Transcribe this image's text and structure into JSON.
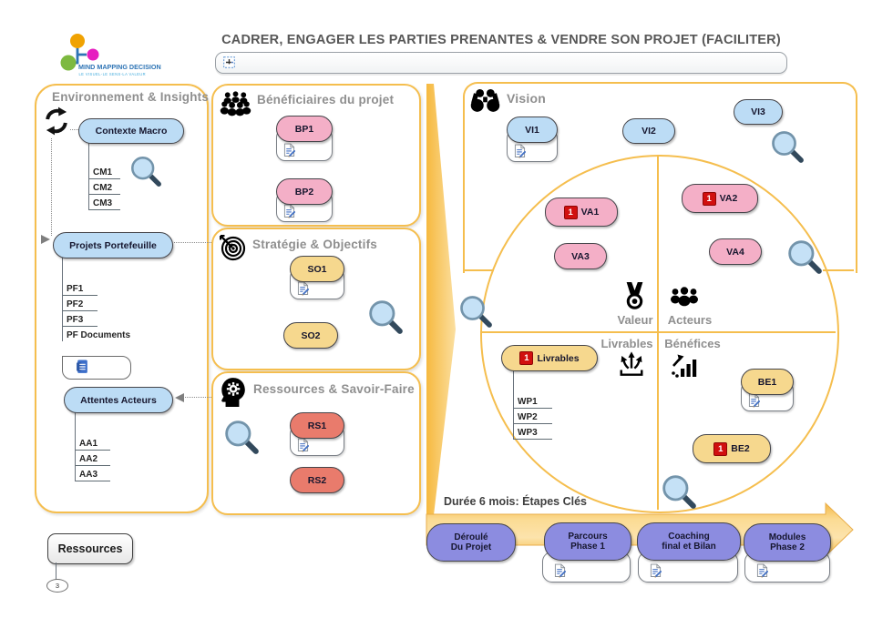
{
  "header": {
    "title": "CADRER, ENGAGER LES PARTIES PRENANTES & VENDRE SON PROJET (FACILITER)",
    "logo": {
      "brand": "MIND MAPPING DECISION",
      "tagline": "LE VISUEL-LE SENS-LA VALEUR"
    }
  },
  "left_panel": {
    "title": "Environnement & Insights",
    "contexte": {
      "label": "Contexte Macro",
      "items": [
        "CM1",
        "CM2",
        "CM3"
      ]
    },
    "portefeuille": {
      "label": "Projets Portefeuille",
      "items": [
        "PF1",
        "PF2",
        "PF3",
        "PF Documents"
      ]
    },
    "attentes": {
      "label": "Attentes Acteurs",
      "items": [
        "AA1",
        "AA2",
        "AA3"
      ]
    }
  },
  "middle": {
    "beneficiaires": {
      "title": "Bénéficiaires du projet",
      "pills": [
        "BP1",
        "BP2"
      ]
    },
    "strategie": {
      "title": "Stratégie & Objectifs",
      "pills": [
        "SO1",
        "SO2"
      ]
    },
    "savoir_faire": {
      "title": "Ressources & Savoir-Faire",
      "pills": [
        "RS1",
        "RS2"
      ]
    }
  },
  "right": {
    "vision": {
      "title": "Vision",
      "pills": [
        "VI1",
        "VI2",
        "VI3"
      ]
    },
    "valeur": {
      "label": "Valeur",
      "pills": [
        {
          "label": "VA1",
          "badge": "1"
        },
        {
          "label": "VA2",
          "badge": "1"
        },
        {
          "label": "VA3"
        },
        {
          "label": "VA4"
        }
      ]
    },
    "acteurs": {
      "label": "Acteurs"
    },
    "livrables": {
      "label": "Livrables",
      "pill": {
        "label": "Livrables",
        "badge": "1"
      },
      "items": [
        "WP1",
        "WP2",
        "WP3"
      ]
    },
    "benefices": {
      "label": "Bénéfices",
      "pills": [
        {
          "label": "BE1"
        },
        {
          "label": "BE2",
          "badge": "1"
        }
      ]
    },
    "timeline": {
      "caption": "Durée 6 mois: Étapes Clés",
      "steps": [
        {
          "line1": "Déroulé",
          "line2": "Du Projet"
        },
        {
          "line1": "Parcours",
          "line2": "Phase 1"
        },
        {
          "line1": "Coaching",
          "line2": "final et Bilan"
        },
        {
          "line1": "Modules",
          "line2": "Phase 2"
        }
      ]
    }
  },
  "footer": {
    "resources_label": "Ressources",
    "resources_count": "3"
  },
  "icons": {
    "logo": "node-tree-icon",
    "toolbar": "insert-topic-icon",
    "environment": "refresh-cycle-icon",
    "beneficiaires": "crowd-icon",
    "strategie": "target-icon",
    "savoir_faire": "head-gears-icon",
    "vision": "binoculars-icon",
    "valeur": "medal-icon",
    "acteurs": "people-icon",
    "livrables": "spread-arrows-icon",
    "benefices": "growth-chart-icon",
    "zoom": "magnifier-icon",
    "document": "document-pencil-icon",
    "pf_documents": "word-doc-icon"
  },
  "colors": {
    "frame_yellow": "#F5BE4E",
    "pill_blue": "#BCDCF5",
    "pill_pink": "#F4AFC7",
    "pill_yellow": "#F6D88E",
    "pill_red": "#E97B6C",
    "pill_purple": "#8C8CE0",
    "badge_red": "#D10F0F",
    "brand_blue": "#2E74B5",
    "header_grey": "#8F8F8F"
  }
}
